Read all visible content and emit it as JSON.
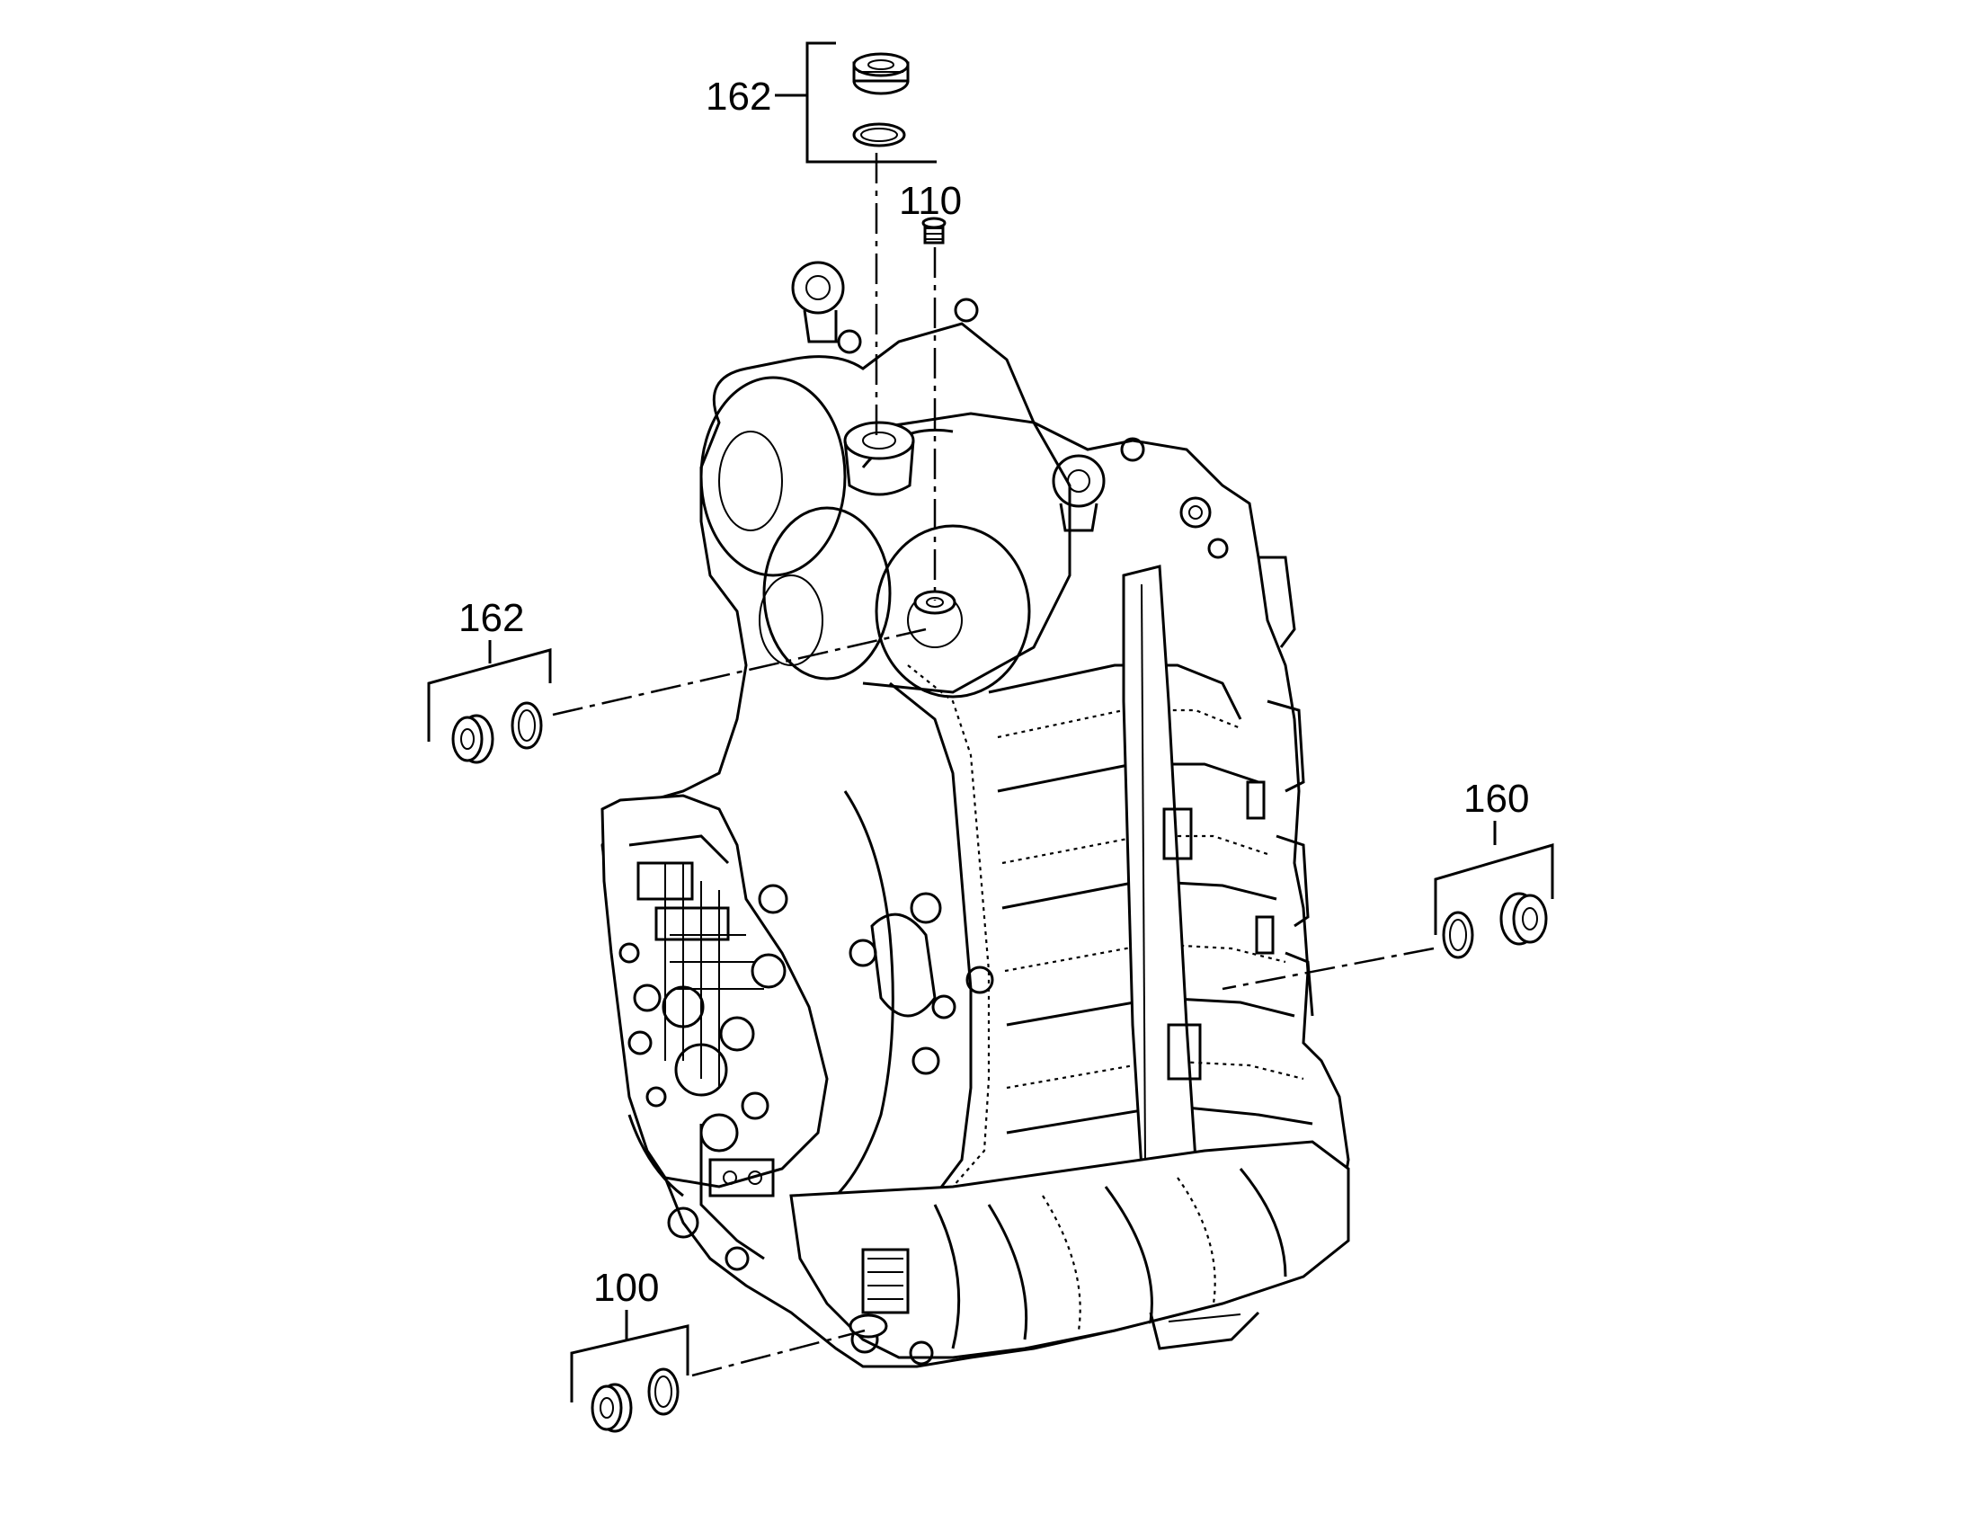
{
  "callouts": {
    "top_plug_kit": "162",
    "top_screw": "110",
    "left_plug_kit": "162",
    "right_plug_kit": "160",
    "bottom_plug_kit": "100"
  }
}
